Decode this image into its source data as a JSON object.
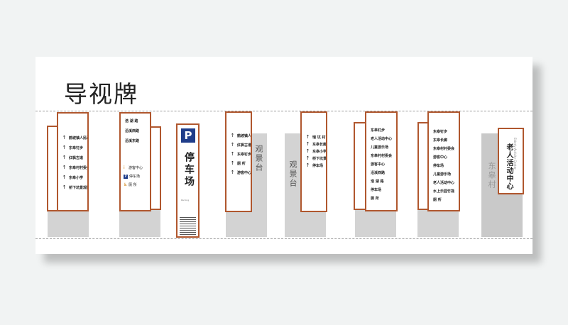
{
  "title": "导视牌",
  "sign1": {
    "rows": [
      {
        "arrow": "↑",
        "label": "鹤坡镇人民政府"
      },
      {
        "arrow": "↑",
        "label": "东皋钉步"
      },
      {
        "arrow": "↑",
        "label": "红枫古道"
      },
      {
        "arrow": "↑",
        "label": "东皋村村委会"
      },
      {
        "arrow": "↑",
        "label": "东皋小学"
      },
      {
        "arrow": "↑",
        "label": "桥下坑景观区"
      }
    ]
  },
  "sign2": {
    "rows": [
      {
        "label": "浩 湖 路"
      },
      {
        "label": "沿溪西路"
      },
      {
        "label": "沿溪东路"
      }
    ],
    "extra": [
      {
        "label": "游客中心"
      },
      {
        "label": "停车场"
      },
      {
        "label": "厕 所"
      }
    ]
  },
  "parking": {
    "letter": "P",
    "label": "停车场",
    "caption": "Parking"
  },
  "sign4": {
    "rows": [
      {
        "label": "鹤坡镇人民政府"
      },
      {
        "label": "红枫古道"
      },
      {
        "label": "东皋钉步"
      },
      {
        "label": "厕 所"
      },
      {
        "label": "游客中心"
      }
    ]
  },
  "viewpoint1": "观景台",
  "viewpoint2": "观景台",
  "sign5": {
    "rows": [
      {
        "label": "瑞 坑 村"
      },
      {
        "label": "东皋长廊"
      },
      {
        "label": "东皋小学"
      },
      {
        "label": "桥下坑景观区"
      },
      {
        "label": "停车场"
      }
    ]
  },
  "sign6": {
    "rows": [
      {
        "label": "东皋钉步"
      },
      {
        "label": "老人活动中心"
      },
      {
        "label": "儿童游乐场"
      },
      {
        "label": "东皋村村委会"
      },
      {
        "label": "游客中心"
      },
      {
        "label": "沿溪西路"
      },
      {
        "label": "浩 湖 路"
      },
      {
        "label": "停车场"
      },
      {
        "label": "厕 所"
      }
    ]
  },
  "sign7": {
    "rows": [
      {
        "label": "东皋钉步"
      },
      {
        "label": "东皋长廊"
      },
      {
        "label": "东皋村村委会"
      },
      {
        "label": "游客中心"
      },
      {
        "label": "停车场"
      },
      {
        "label": "儿童游乐场"
      },
      {
        "label": "老人活动中心"
      },
      {
        "label": "水上乐园竹筏"
      },
      {
        "label": "厕 所"
      }
    ]
  },
  "village_side": "东皋村",
  "elder": {
    "label": "老人活动中心",
    "en": "Elderly Activity Center"
  }
}
